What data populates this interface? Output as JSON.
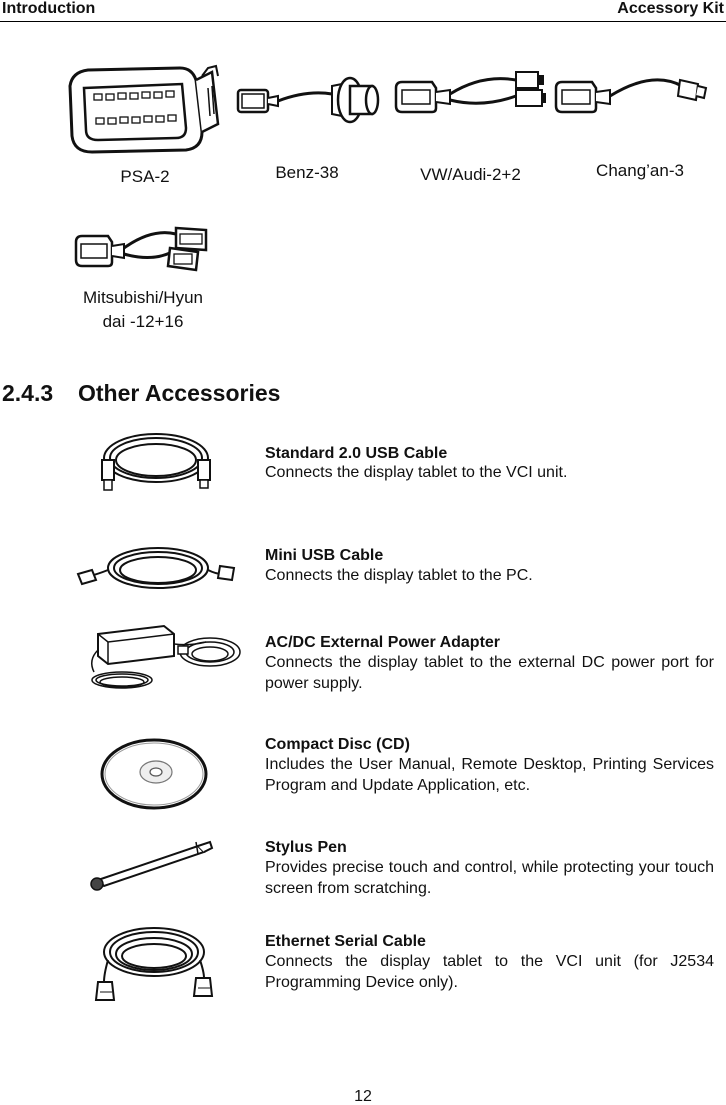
{
  "header": {
    "left": "Introduction",
    "right": "Accessory Kit"
  },
  "adapters": [
    {
      "label": "PSA-2",
      "icon": "obd-adapter-icon"
    },
    {
      "label": "Benz-38",
      "icon": "round-connector-cable-icon"
    },
    {
      "label": "VW/Audi-2+2",
      "icon": "obd-y-cable-icon"
    },
    {
      "label": "Chang’an-3",
      "icon": "obd-cable-icon"
    },
    {
      "label_line1": "Mitsubishi/Hyun",
      "label_line2": "dai -12+16",
      "icon": "obd-y-cable-icon"
    }
  ],
  "section": {
    "number": "2.4.3",
    "title": "Other Accessories"
  },
  "accessories": [
    {
      "title": "Standard 2.0 USB Cable",
      "description": "Connects the display tablet to the VCI unit.",
      "icon": "usb-cable-icon"
    },
    {
      "title": "Mini USB Cable",
      "description": "Connects the display tablet to the PC.",
      "icon": "mini-usb-cable-icon"
    },
    {
      "title": "AC/DC External Power Adapter",
      "description": "Connects the display tablet to the external DC power port for power supply.",
      "icon": "power-adapter-icon"
    },
    {
      "title": "Compact Disc (CD)",
      "description": "Includes the User Manual, Remote Desktop, Printing Services Program and Update Application, etc.",
      "icon": "compact-disc-icon"
    },
    {
      "title": "Stylus Pen",
      "description": "Provides precise touch and control, while protecting your touch screen from scratching.",
      "icon": "stylus-pen-icon"
    },
    {
      "title": "Ethernet Serial Cable",
      "description": "Connects the display tablet to the VCI unit (for J2534 Programming Device only).",
      "icon": "ethernet-cable-icon"
    }
  ],
  "page_number": "12"
}
